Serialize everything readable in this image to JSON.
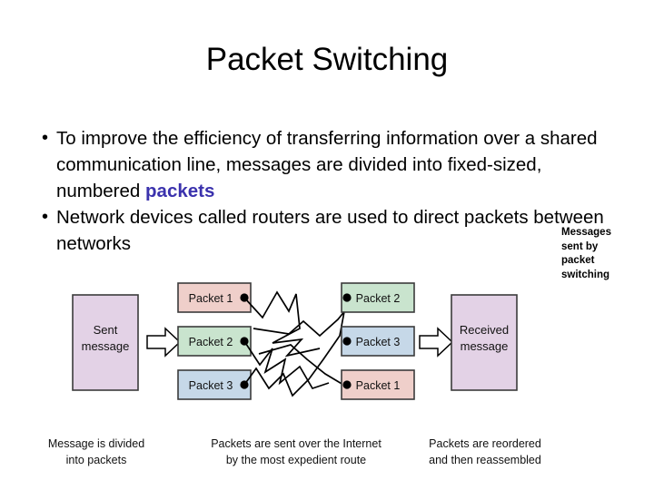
{
  "slide": {
    "title": "Packet Switching"
  },
  "body": {
    "bullet_marker": "•",
    "bullets": [
      {
        "pre": "To improve the efficiency of transferring information over a shared communication line, messages are divided into fixed-sized, numbered ",
        "highlight": "packets",
        "post": "",
        "highlight_color": "#3b32ad"
      },
      {
        "pre": "Network devices called routers are used to direct packets between networks",
        "highlight": "",
        "post": "",
        "highlight_color": "#3b32ad"
      }
    ]
  },
  "side_caption": {
    "lines": [
      "Messages",
      "sent by",
      "packet",
      "switching"
    ],
    "text": "Messages sent by packet switching"
  },
  "diagram": {
    "sent_box": {
      "line1": "Sent",
      "line2": "message",
      "fill": "#e3d2e6"
    },
    "received_box": {
      "line1": "Received",
      "line2": "message",
      "fill": "#e3d2e6"
    },
    "left_packets": [
      {
        "label": "Packet 1",
        "fill": "#efcfca"
      },
      {
        "label": "Packet 2",
        "fill": "#c9e4ce"
      },
      {
        "label": "Packet 3",
        "fill": "#c6d8e8"
      }
    ],
    "right_packets": [
      {
        "label": "Packet 2",
        "fill": "#c9e4ce"
      },
      {
        "label": "Packet 3",
        "fill": "#c6d8e8"
      },
      {
        "label": "Packet 1",
        "fill": "#efcfca"
      }
    ],
    "captions": [
      {
        "line1": "Message is divided",
        "line2": "into packets"
      },
      {
        "line1": "Packets are sent over the Internet",
        "line2": "by the most expedient route"
      },
      {
        "line1": "Packets are reordered",
        "line2": "and then reassembled"
      }
    ]
  }
}
